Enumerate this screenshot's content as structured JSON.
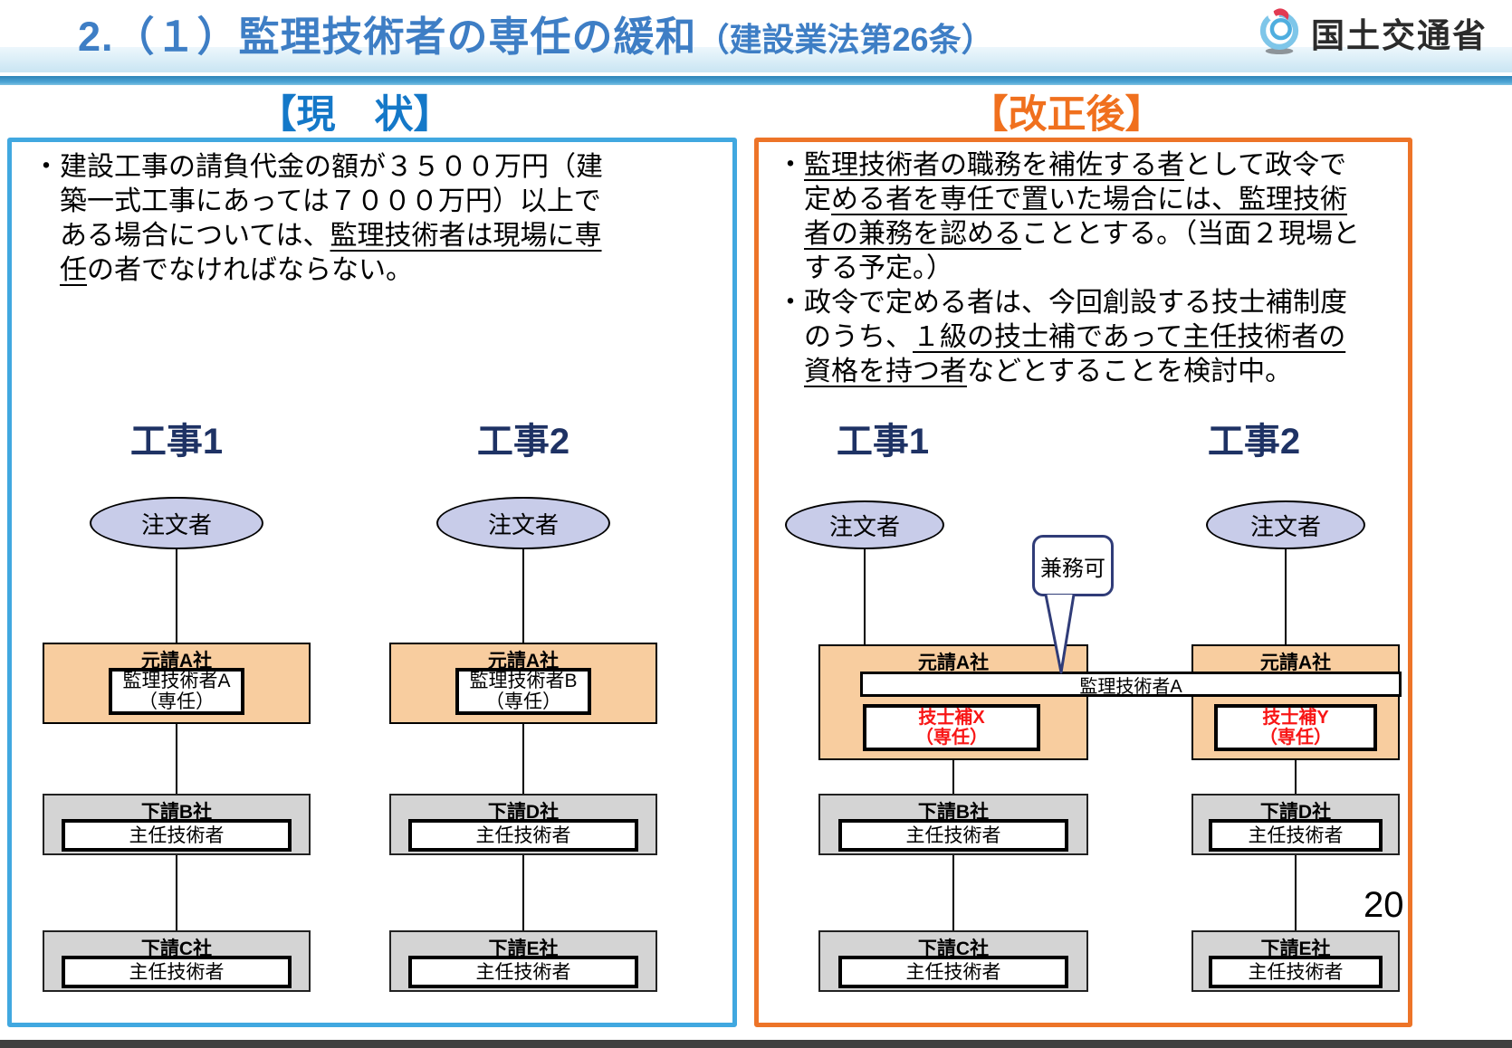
{
  "header": {
    "title_main": "2.（１）監理技術者の専任の緩和",
    "title_sub": "（建設業法第26条）",
    "logo_text": "国土交通省"
  },
  "page_number": "20",
  "colors": {
    "title_blue": "#3E7EC5",
    "heading_now_blue": "#1478C8",
    "heading_rev_orange": "#F0701E",
    "panel_border_blue": "#41A8E0",
    "panel_border_orange": "#ED7428",
    "chart_title_navy": "#1E3264",
    "ellipse_lavender": "#C8CCE9",
    "prime_box_orange": "#F8CD9F",
    "sub_box_gray": "#D4D4D4",
    "assistant_red": "#F81616",
    "callout_border_navy": "#303C78"
  },
  "left_panel": {
    "heading": "【現　状】",
    "body": [
      {
        "segments": [
          {
            "t": "・建設工事の請負代金の額が３５００万円（建築一式工事にあっては７０００万円）以上である場合については、"
          },
          {
            "t": "監理技術者は現場に専任",
            "u": true
          },
          {
            "t": "の者でなければならない。"
          }
        ]
      }
    ],
    "charts": [
      {
        "title": "工事1",
        "client": "注文者",
        "prime": {
          "company": "元請A社",
          "engineer_line1": "監理技術者A",
          "engineer_line2": "（専任）"
        },
        "subs": [
          {
            "company": "下請B社",
            "engineer": "主任技術者"
          },
          {
            "company": "下請C社",
            "engineer": "主任技術者"
          }
        ]
      },
      {
        "title": "工事2",
        "client": "注文者",
        "prime": {
          "company": "元請A社",
          "engineer_line1": "監理技術者B",
          "engineer_line2": "（専任）"
        },
        "subs": [
          {
            "company": "下請D社",
            "engineer": "主任技術者"
          },
          {
            "company": "下請E社",
            "engineer": "主任技術者"
          }
        ]
      }
    ]
  },
  "right_panel": {
    "heading": "【改正後】",
    "body": [
      {
        "segments": [
          {
            "t": "・"
          },
          {
            "t": "監理技術者の職務を補佐する者",
            "u": true
          },
          {
            "t": "として政令で定"
          },
          {
            "t": "める者を専任で置いた場合には、監理技術者の兼務を認める",
            "u": true
          },
          {
            "t": "こととする。（当面２現場とする予定。）"
          }
        ]
      },
      {
        "segments": [
          {
            "t": "・政令で定める者は、今回創設する技士補制度のうち、"
          },
          {
            "t": "１級の技士補であって主任技術者の資格を持つ者",
            "u": true
          },
          {
            "t": "などとすることを検討中。"
          }
        ]
      }
    ],
    "callout": "兼務可",
    "shared_engineer": "監理技術者A",
    "charts": [
      {
        "title": "工事1",
        "client": "注文者",
        "prime": {
          "company": "元請A社",
          "assistant_line1": "技士補X",
          "assistant_line2": "（専任）"
        },
        "subs": [
          {
            "company": "下請B社",
            "engineer": "主任技術者"
          },
          {
            "company": "下請C社",
            "engineer": "主任技術者"
          }
        ]
      },
      {
        "title": "工事2",
        "client": "注文者",
        "prime": {
          "company": "元請A社",
          "assistant_line1": "技士補Y",
          "assistant_line2": "（専任）"
        },
        "subs": [
          {
            "company": "下請D社",
            "engineer": "主任技術者"
          },
          {
            "company": "下請E社",
            "engineer": "主任技術者"
          }
        ]
      }
    ]
  }
}
